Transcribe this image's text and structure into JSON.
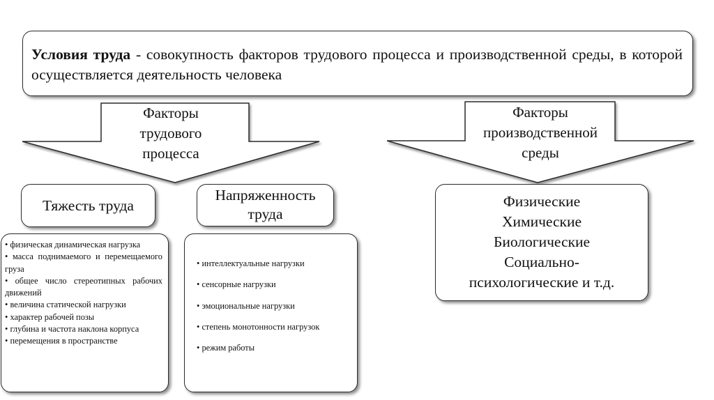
{
  "definition": {
    "term": "Условия труда",
    "text": " - совокупность факторов трудового процесса и производственной среды, в которой осуществляется деятельность человека"
  },
  "arrows": {
    "labor_process": {
      "lines": [
        "Факторы",
        "трудового",
        "процесса"
      ]
    },
    "work_environment": {
      "lines": [
        "Факторы",
        "производственной",
        "среды"
      ]
    }
  },
  "heaviness": {
    "title": "Тяжесть труда",
    "items": [
      "физическая динамическая нагрузка",
      "масса поднимаемого и перемещаемого груза",
      "общее число стереотипных рабочих движений",
      "величина статической нагрузки",
      "характер рабочей позы",
      "глубина и частота наклона корпуса",
      "перемещения в пространстве"
    ]
  },
  "intensity": {
    "title_lines": [
      "Напряженность",
      "труда"
    ],
    "items": [
      "интеллектуальные нагрузки",
      "сенсорные нагрузки",
      "эмоциональные нагрузки",
      "степень монотонности нагрузок",
      "режим работы"
    ]
  },
  "environment_factors": {
    "lines": [
      "Физические",
      "Химические",
      "Биологические",
      "Социально-",
      "психологические и т.д."
    ]
  },
  "colors": {
    "stroke": "#2b2b2b",
    "background": "#ffffff",
    "text": "#111111"
  }
}
